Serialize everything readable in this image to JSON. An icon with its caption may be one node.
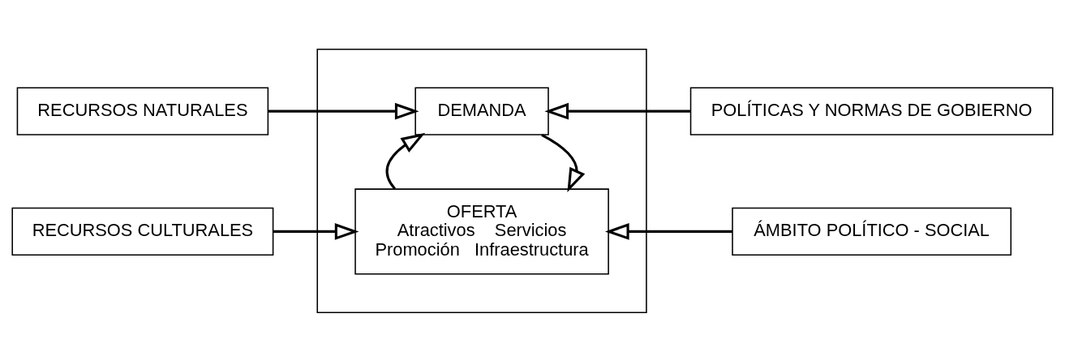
{
  "diagram": {
    "nodes": [
      {
        "text": [],
        "shape": "box"
      },
      {
        "text": [
          "RECURSOS NATURALES"
        ]
      },
      {
        "text": [
          "DEMANDA"
        ],
        "in": 0
      },
      {
        "text": [
          "POLÍTICAS Y NORMAS DE GOBIERNO"
        ]
      },
      {
        "text": [
          "RECURSOS CULTURALES"
        ]
      },
      {
        "text": [
          "OFERTA",
          "Atractivos",
          "Servicios",
          "Promoción",
          "Infraestructura"
        ],
        "in": 0
      },
      {
        "text": [
          "ÁMBITO POLÍTICO - SOCIAL"
        ]
      }
    ],
    "edges": [
      {
        "from": 1,
        "to": 2,
        "arrow": "to"
      },
      {
        "from": 3,
        "to": 2,
        "arrow": "to"
      },
      {
        "from": 2,
        "to": 5,
        "arrow": "to"
      },
      {
        "from": 5,
        "to": 2,
        "arrow": "to"
      },
      {
        "from": 4,
        "to": 5,
        "arrow": "to"
      },
      {
        "from": 6,
        "to": 5,
        "arrow": "to"
      }
    ]
  }
}
